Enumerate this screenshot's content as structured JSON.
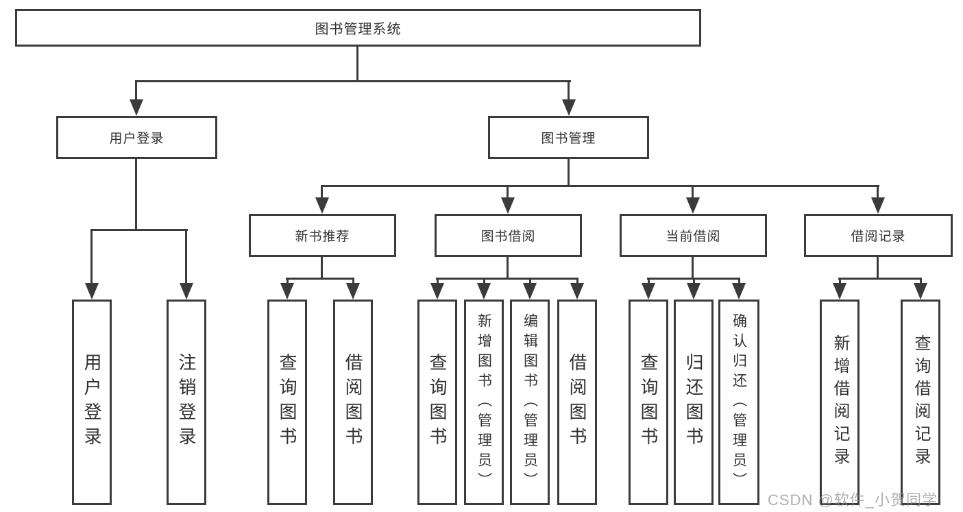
{
  "diagram": {
    "root": {
      "label": "图书管理系统"
    },
    "branches": [
      {
        "label": "用户登录",
        "leaves": [
          "用户登录",
          "注销登录"
        ]
      },
      {
        "label": "图书管理",
        "children": [
          {
            "label": "新书推荐",
            "leaves": [
              "查询图书",
              "借阅图书"
            ]
          },
          {
            "label": "图书借阅",
            "leaves": [
              "查询图书",
              "新增图书（管理员）",
              "编辑图书（管理员）",
              "借阅图书"
            ]
          },
          {
            "label": "当前借阅",
            "leaves": [
              "查询图书",
              "归还图书",
              "确认归还（管理员）"
            ]
          },
          {
            "label": "借阅记录",
            "leaves": [
              "新增借阅记录",
              "查询借阅记录"
            ]
          }
        ]
      }
    ]
  },
  "watermark": {
    "text": "CSDN @软件_小贺同学"
  },
  "colors": {
    "line": "#3b3b3b",
    "background": "#ffffff",
    "watermark": "#919191"
  }
}
